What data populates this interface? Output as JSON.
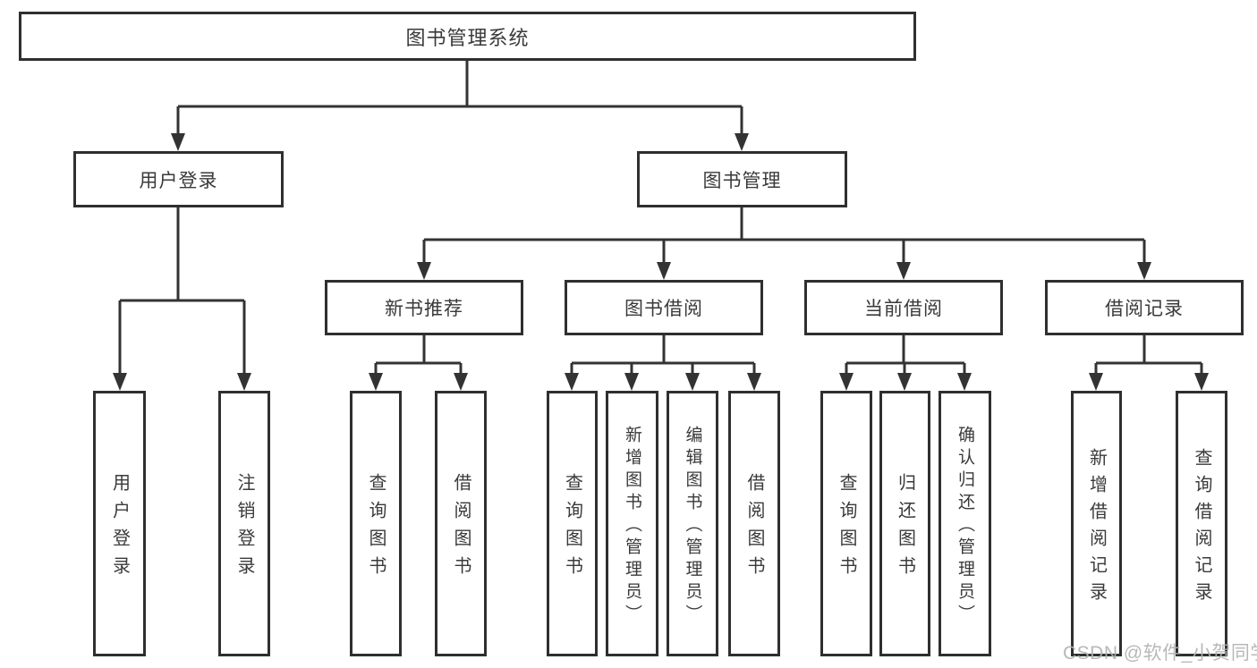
{
  "diagram": {
    "root": {
      "label": "图书管理系统"
    },
    "branches": [
      {
        "label": "用户登录",
        "children": [
          {
            "label": "用户登录"
          },
          {
            "label": "注销登录"
          }
        ]
      },
      {
        "label": "图书管理",
        "children": [
          {
            "label": "新书推荐",
            "children": [
              {
                "label": "查询图书"
              },
              {
                "label": "借阅图书"
              }
            ]
          },
          {
            "label": "图书借阅",
            "children": [
              {
                "label": "查询图书"
              },
              {
                "label": "新增图书（管理员）"
              },
              {
                "label": "编辑图书（管理员）"
              },
              {
                "label": "借阅图书"
              }
            ]
          },
          {
            "label": "当前借阅",
            "children": [
              {
                "label": "查询图书"
              },
              {
                "label": "归还图书"
              },
              {
                "label": "确认归还（管理员）"
              }
            ]
          },
          {
            "label": "借阅记录",
            "children": [
              {
                "label": "新增借阅记录"
              },
              {
                "label": "查询借阅记录"
              }
            ]
          }
        ]
      }
    ]
  },
  "line_color": "#333333",
  "watermark": {
    "text": "CSDN @软件_小贺同学"
  }
}
